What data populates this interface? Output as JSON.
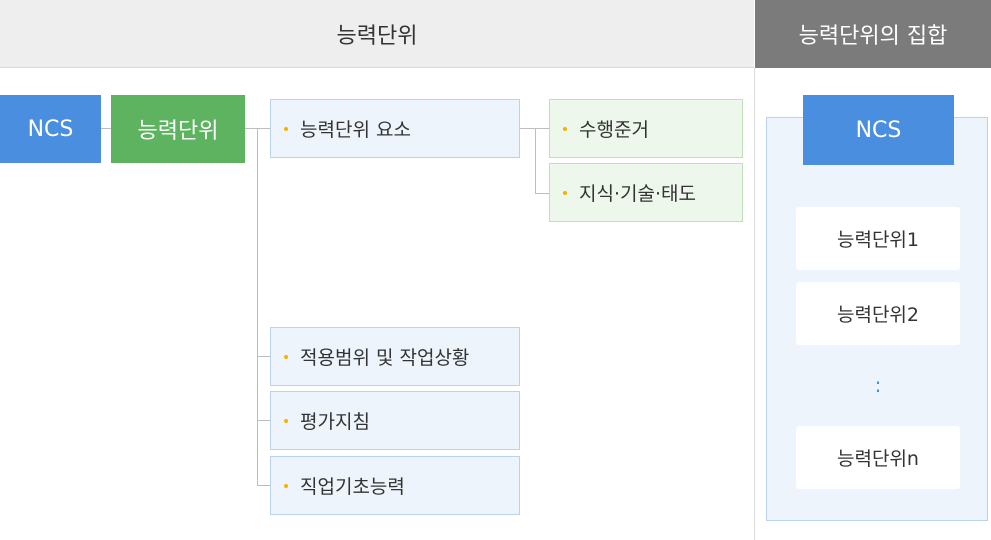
{
  "header": {
    "left_title": "능력단위",
    "right_title": "능력단위의 집합"
  },
  "chain": {
    "ncs": "NCS",
    "unit": "능력단위"
  },
  "elements": {
    "unit_element": "능력단위 요소",
    "performance_criteria": "수행준거",
    "knowledge_skill_attitude": "지식·기술·태도",
    "scope_and_situation": "적용범위 및 작업상황",
    "evaluation_guide": "평가지침",
    "basic_vocational_skills": "직업기초능력"
  },
  "set": {
    "ncs": "NCS",
    "items": [
      "능력단위1",
      "능력단위2",
      "능력단위n"
    ],
    "ellipsis": ":"
  },
  "colors": {
    "ncs_blue": "#4a8ee0",
    "unit_green": "#5db35f",
    "bullet_yellow": "#f3b300",
    "header_gray": "#7b7b7b"
  }
}
